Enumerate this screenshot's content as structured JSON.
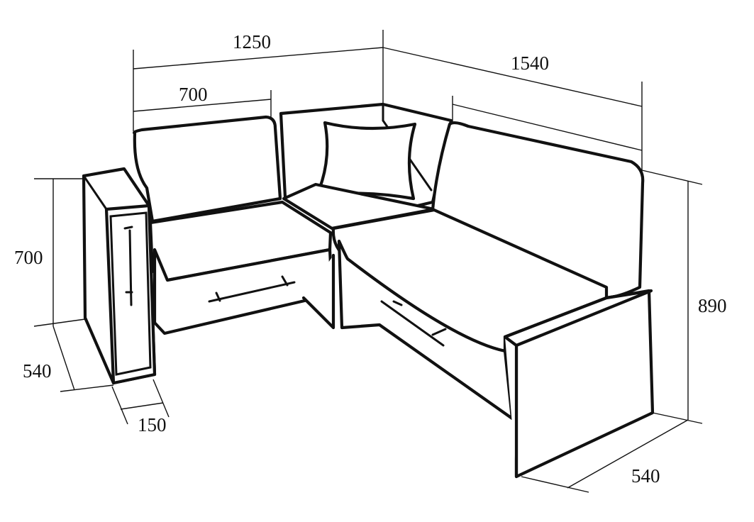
{
  "diagram": {
    "stroke_color": "#111111",
    "background_color": "#ffffff",
    "dimensions": {
      "left_total_width": "1250",
      "left_seat_width": "700",
      "right_total_length": "1540",
      "left_height": "700",
      "left_depth": "540",
      "armrest_width": "150",
      "right_height": "890",
      "right_depth": "540"
    }
  }
}
